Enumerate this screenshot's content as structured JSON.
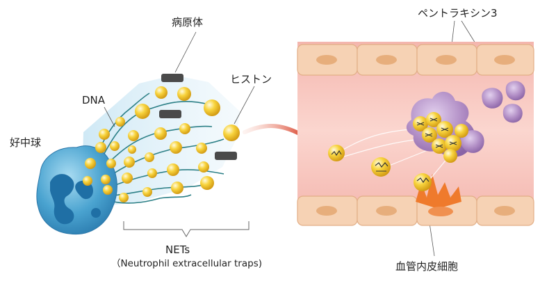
{
  "labels": {
    "neutrophil": "好中球",
    "dna": "DNA",
    "pathogen": "病原体",
    "histone": "ヒストン",
    "nets": "NETs",
    "nets_full": "（Neutrophil extracellular traps)",
    "pentraxin": "ペントラキシン3",
    "endothelial": "血管内皮細胞"
  },
  "colors": {
    "neutrophil": "#4aa3d0",
    "neutrophil_nucleus": "#1f6fa5",
    "dna_strand": "#2b7f86",
    "histone": "#f0c020",
    "pathogen": "#4a4a4a",
    "net_mesh": "#d7ecf6",
    "arrow": "#d8412a",
    "vessel_wall": "#f6d2b4",
    "vessel_lumen": "#f7b4b0",
    "endothelial_nucleus": "#e7ae7c",
    "pentraxin": "#b08cc4",
    "injury": "#ef7a2c"
  },
  "icons": {
    "cell": "neutrophil-icon",
    "pathogen": "pathogen-icon",
    "histone": "histone-icon",
    "pentraxin": "pentraxin-icon",
    "arrow": "arrow-icon"
  }
}
